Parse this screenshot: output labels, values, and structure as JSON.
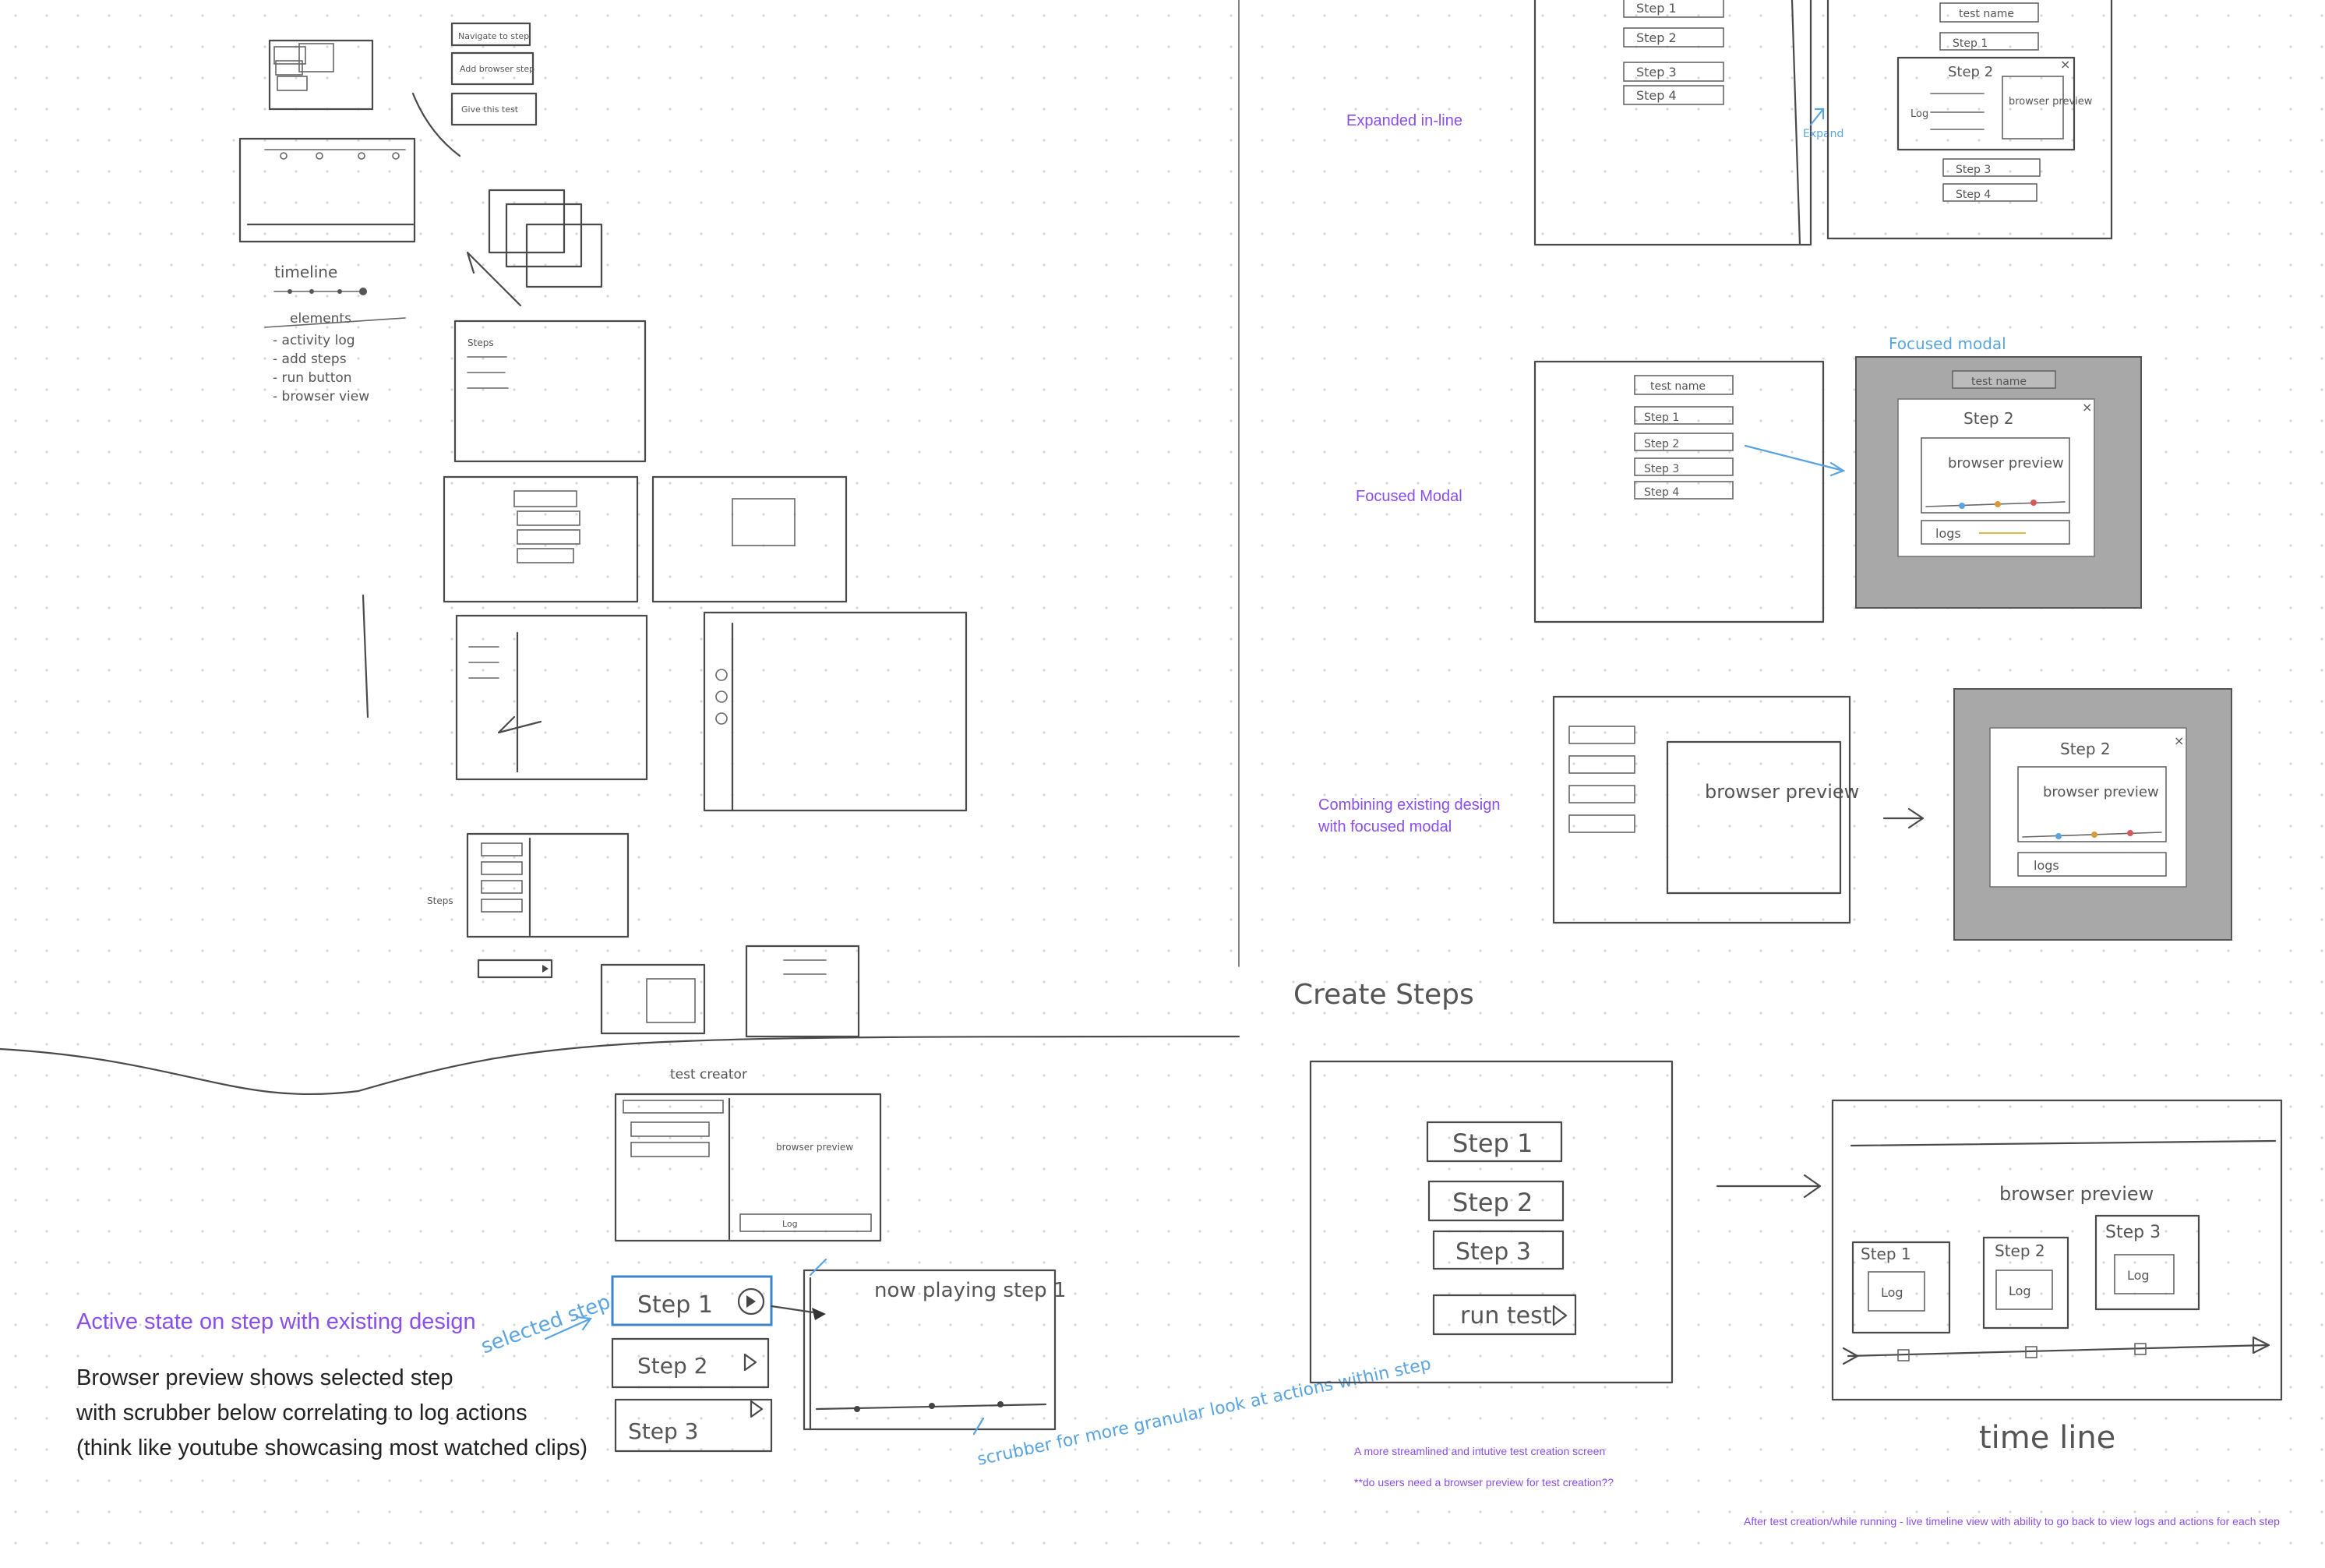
{
  "notes": {
    "expanded_inline": "Expanded in-line",
    "focused_modal": "Focused Modal",
    "combining_line1": "Combining existing design",
    "combining_line2": "with focused modal",
    "active_state": "Active state on step with existing  design",
    "browser_preview_line1": "Browser preview shows selected step",
    "browser_preview_line2": "with scrubber below correlating to log actions",
    "browser_preview_line3": "(think like youtube showcasing most watched clips)",
    "streamlined": "A more streamlined and intutive test creation screen",
    "browser_question": "**do users need a browser preview for test creation??",
    "after_creation": "After test creation/while running - live timeline view with ability to go back to view logs and actions for each step"
  },
  "sketch_labels": {
    "timeline": "timeline",
    "elements": "elements",
    "activity_log": "- activity log",
    "add_steps": "- add steps",
    "run_button": "- run button",
    "browser_view": "- browser view",
    "test_name": "test name",
    "step_1": "Step 1",
    "step_2": "Step 2",
    "step_3": "Step 3",
    "step_4": "Step 4",
    "browser_preview": "browser preview",
    "log": "Log",
    "logs": "logs",
    "focused_modal_hand": "Focused modal",
    "expand": "Expand",
    "test_creator": "test creator",
    "now_playing": "now playing step 1",
    "selected_step": "selected step",
    "scrubber_note": "scrubber for more granular look at actions within step",
    "create_steps": "Create Steps",
    "run_test": "run test",
    "time_line": "time line",
    "steps": "Steps",
    "navigate_to_step": "Navigate to step",
    "add_browser_step": "Add browser step",
    "give_this_test": "Give this test"
  },
  "colors": {
    "accent": "#8a4fe8",
    "blue": "#5aa4e0",
    "pencil": "#4a4a4a",
    "modal_overlay": "#a8a8a8"
  }
}
